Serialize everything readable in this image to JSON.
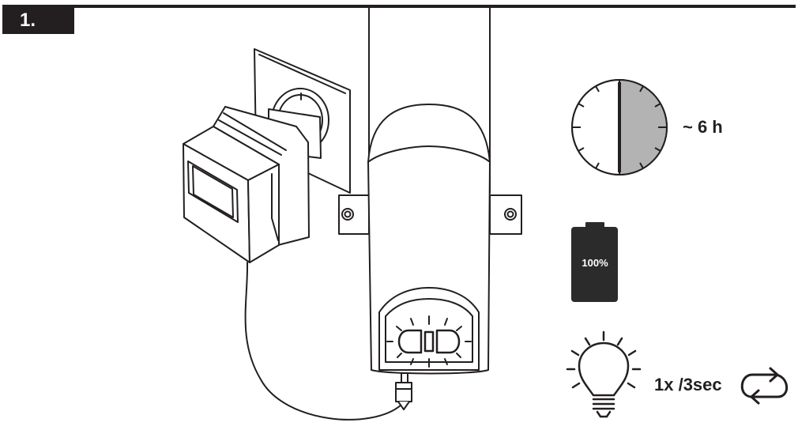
{
  "step": {
    "number": "1."
  },
  "charging": {
    "duration_label": "~ 6 h",
    "clock_fill_fraction": 0.5
  },
  "battery": {
    "level_label": "100%"
  },
  "indicator": {
    "blink_label": "1x /3sec"
  },
  "colors": {
    "ink": "#231f20",
    "clock_fill": "#b3b3b3",
    "battery_fill": "#2b2b2b",
    "white": "#ffffff"
  },
  "icons": [
    "clock-icon",
    "battery-icon",
    "light-bulb-icon",
    "repeat-icon"
  ]
}
